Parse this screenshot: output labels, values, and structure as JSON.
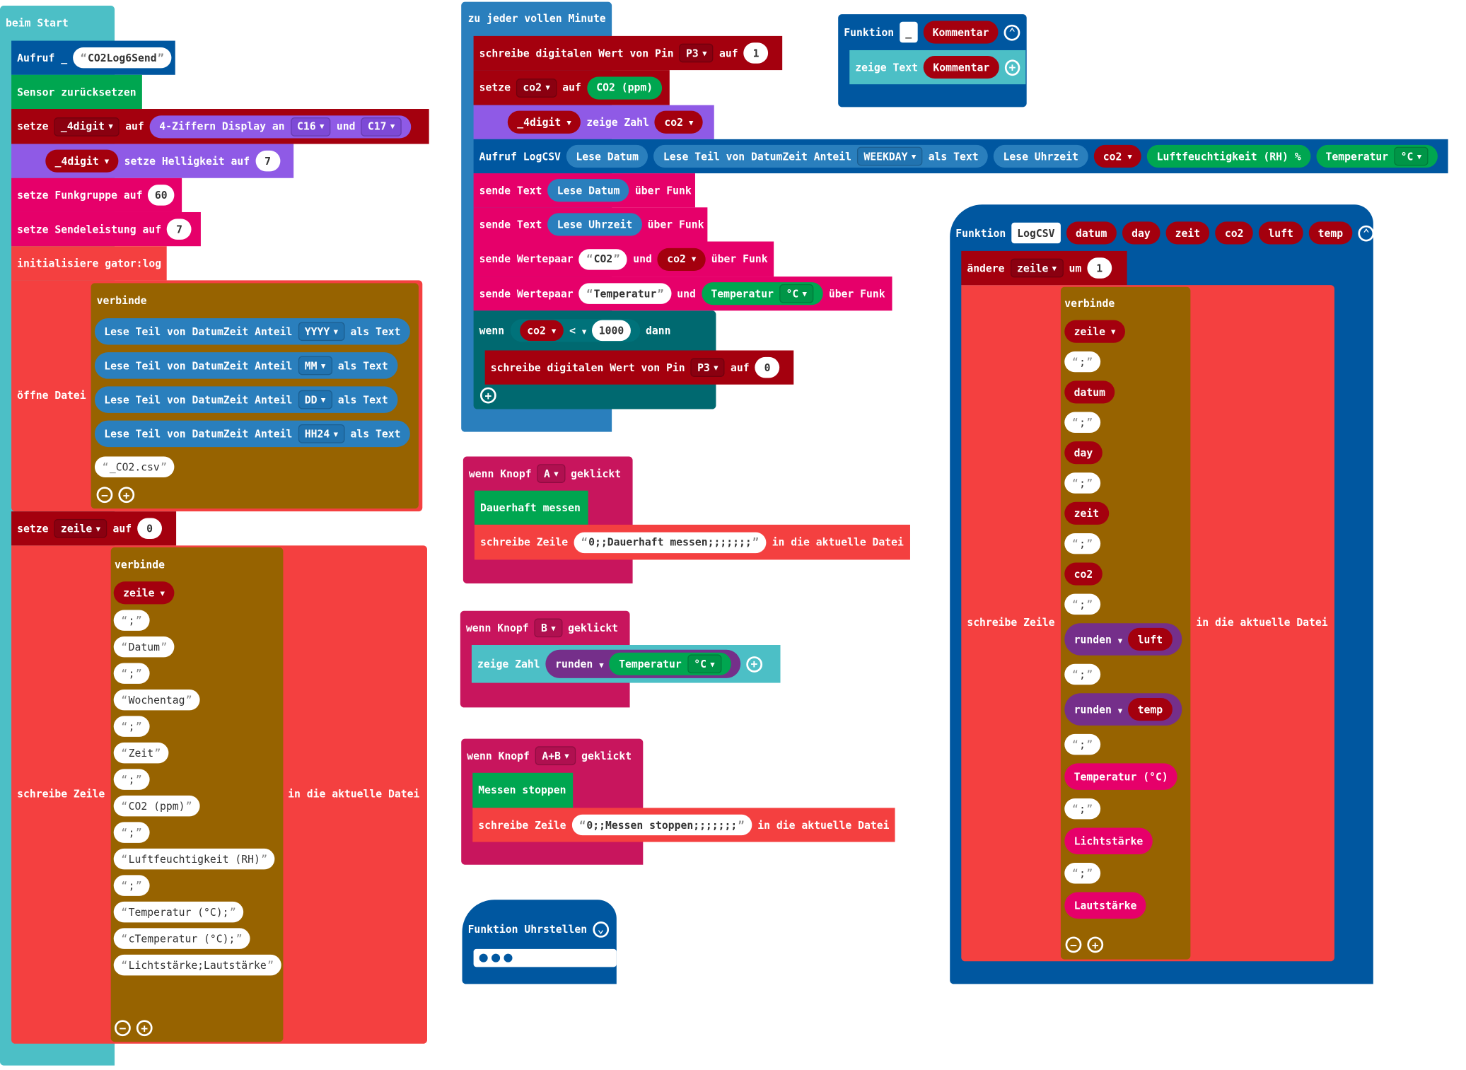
{
  "onstart": {
    "label": "beim Start",
    "call_label": "Aufruf _",
    "call_value": "CO2Log6Send",
    "reset_sensor": "Sensor zurücksetzen",
    "set_word": "setze",
    "var_4digit": "_4digit",
    "to_word": "auf",
    "display_label": "4-Ziffern Display an",
    "pin_c16": "C16",
    "and_word": "und",
    "pin_c17": "C17",
    "brightness_label": "setze Helligkeit auf",
    "brightness_value": "7",
    "radio_group_label": "setze Funkgruppe auf",
    "radio_group_value": "60",
    "transmit_power_label": "setze Sendeleistung auf",
    "transmit_power_value": "7",
    "init_log": "initialisiere gator:log",
    "open_file": "öffne Datei",
    "join_label": "verbinde",
    "datetime_read_label": "Lese Teil von DatumZeit Anteil",
    "as_text": "als Text",
    "fmt_yyyy": "YYYY",
    "fmt_mm": "MM",
    "fmt_dd": "DD",
    "fmt_hh24": "HH24",
    "file_suffix": "_CO2.csv",
    "zeile_var": "zeile",
    "zeile_value": "0",
    "write_line": "schreibe Zeile",
    "into_current_file": "in die aktuelle Datei",
    "header_items": [
      "zeile",
      ";",
      "Datum",
      ";",
      "Wochentag",
      ";",
      "Zeit",
      ";",
      "CO2 (ppm)",
      ";",
      "Luftfeuchtigkeit (RH)",
      ";",
      "Temperatur (°C);",
      "cTemperatur (°C);",
      "Lichtstärke;Lautstärke"
    ]
  },
  "minute": {
    "label": "zu jeder vollen Minute",
    "digital_write_label": "schreibe digitalen Wert von Pin",
    "pin": "P3",
    "to_word": "auf",
    "value_on": "1",
    "set_word": "setze",
    "co2_var": "co2",
    "co2_sensor": "CO2 (ppm)",
    "var_4digit": "_4digit",
    "show_number": "zeige Zahl",
    "call_logcsv": "Aufruf LogCSV",
    "read_date": "Lese Datum",
    "datetime_read_label": "Lese Teil von DatumZeit Anteil",
    "weekday": "WEEKDAY",
    "as_text": "als Text",
    "read_time": "Lese Uhrzeit",
    "humidity": "Luftfeuchtigkeit (RH) %",
    "temperature": "Temperatur",
    "unit_c": "°C",
    "send_text": "sende Text",
    "via_radio": "über Funk",
    "send_pair": "sende Wertepaar",
    "and_word": "und",
    "pair1_key": "CO2",
    "pair2_key": "Temperatur",
    "if_word": "wenn",
    "lt": "<",
    "threshold": "1000",
    "then_word": "dann",
    "value_off": "0"
  },
  "comment_fn": {
    "label": "Funktion",
    "name": "_",
    "param": "Kommentar",
    "show_text": "zeige Text"
  },
  "btn_a": {
    "label_pre": "wenn Knopf",
    "button": "A",
    "label_post": "geklickt",
    "action": "Dauerhaft messen",
    "write_line": "schreibe Zeile",
    "text": "0;;Dauerhaft messen;;;;;;;",
    "into_current_file": "in die aktuelle Datei"
  },
  "btn_b": {
    "label_pre": "wenn Knopf",
    "button": "B",
    "label_post": "geklickt",
    "show_number": "zeige Zahl",
    "round": "runden",
    "temperature": "Temperatur",
    "unit_c": "°C"
  },
  "btn_ab": {
    "label_pre": "wenn Knopf",
    "button": "A+B",
    "label_post": "geklickt",
    "action": "Messen stoppen",
    "write_line": "schreibe Zeile",
    "text": "0;;Messen stoppen;;;;;;;",
    "into_current_file": "in die aktuelle Datei"
  },
  "clock_fn": {
    "label": "Funktion Uhrstellen"
  },
  "logcsv_fn": {
    "label": "Funktion",
    "name": "LogCSV",
    "params": [
      "datum",
      "day",
      "zeit",
      "co2",
      "luft",
      "temp"
    ],
    "change_label": "ändere",
    "zeile_var": "zeile",
    "by_word": "um",
    "by_value": "1",
    "write_line": "schreibe Zeile",
    "join_label": "verbinde",
    "into_current_file": "in die aktuelle Datei",
    "semicolon": ";",
    "round": "runden",
    "temp_sensor": "Temperatur (°C)",
    "light": "Lichtstärke",
    "loudness": "Lautstärke"
  },
  "colors": {
    "start": "#4cbfc6",
    "functions": "#0057a0",
    "variables": "#a4000e",
    "radio": "#e6006a",
    "datalogger": "#f44040",
    "text_join": "#976300",
    "datetime": "#2a7fbd",
    "display": "#8f5ae6",
    "sensors": "#00a650",
    "logic": "#006970",
    "math": "#752f8a"
  },
  "icons": [
    "plus-icon",
    "minus-icon",
    "collapse-icon",
    "expand-icon",
    "dropdown-arrow-icon",
    "ellipsis-icon"
  ]
}
